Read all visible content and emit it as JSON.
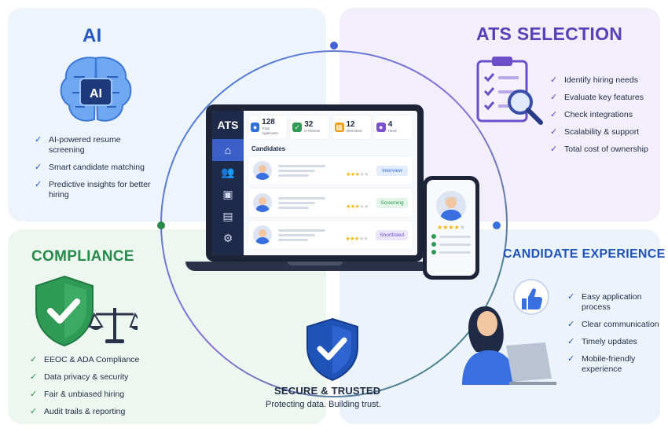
{
  "ai": {
    "title": "AI",
    "chip_label": "AI",
    "items": [
      "AI-powered resume screening",
      "Smart candidate matching",
      "Predictive insights for better hiring"
    ]
  },
  "ats": {
    "title": "ATS SELECTION",
    "items": [
      "Identify hiring needs",
      "Evaluate key features",
      "Check integrations",
      "Scalability & support",
      "Total cost of ownership"
    ]
  },
  "compliance": {
    "title": "COMPLIANCE",
    "items": [
      "EEOC & ADA Compliance",
      "Data privacy & security",
      "Fair & unbiased hiring",
      "Audit trails & reporting"
    ]
  },
  "candidate": {
    "title": "CANDIDATE EXPERIENCE",
    "items": [
      "Easy application process",
      "Clear communication",
      "Timely updates",
      "Mobile-friendly experience"
    ]
  },
  "secure": {
    "title": "SECURE & TRUSTED",
    "subtitle": "Protecting data. Building trust."
  },
  "dashboard": {
    "logo": "ATS",
    "candidates_heading": "Candidates",
    "stats": [
      {
        "value": "128",
        "label": "Total Applicants",
        "color": "#2f6fe0",
        "icon": "users-icon"
      },
      {
        "value": "32",
        "label": "In Review",
        "color": "#2e9a55",
        "icon": "document-icon"
      },
      {
        "value": "12",
        "label": "Interviews",
        "color": "#f39c12",
        "icon": "calendar-icon"
      },
      {
        "value": "4",
        "label": "Hired",
        "color": "#7b4fd0",
        "icon": "user-icon"
      }
    ],
    "rows": [
      {
        "status": "Interview",
        "rating": 3,
        "tag_bg": "#e3edff",
        "tag_color": "#2f6fe0"
      },
      {
        "status": "Screening",
        "rating": 3,
        "tag_bg": "#e2f5e8",
        "tag_color": "#2e9a55"
      },
      {
        "status": "Shortlisted",
        "rating": 3,
        "tag_bg": "#ece6fb",
        "tag_color": "#6a4fc8"
      }
    ]
  },
  "phone": {
    "rating": 4
  },
  "colors": {
    "ai": "#2358c4",
    "ats": "#5a3fb8",
    "compliance": "#278a4a",
    "candidate": "#1f53b8"
  }
}
